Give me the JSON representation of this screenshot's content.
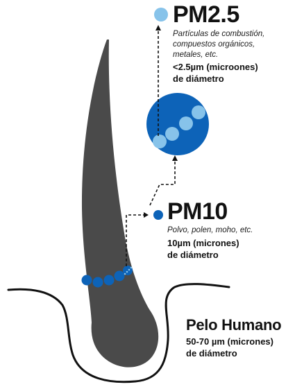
{
  "pm25": {
    "title": "PM2.5",
    "description": [
      "Partículas de combustión,",
      "compuestos orgánicos,",
      "metales, etc."
    ],
    "size": [
      "<2.5µm (microones)",
      "de diámetro"
    ]
  },
  "pm10": {
    "title": "PM10",
    "description": [
      "Polvo, polen, moho, etc."
    ],
    "size": [
      "10µm (micrones)",
      "de diámetro"
    ]
  },
  "hair": {
    "title": "Pelo Humano",
    "size": [
      "50-70 µm (micrones)",
      "de diámetro"
    ]
  },
  "colors": {
    "hair": "#4a4a4a",
    "pm10": "#0d63b8",
    "pm25_circle": "#0d63b8",
    "pm25_particle": "#87c3ea",
    "outline": "#111111"
  }
}
